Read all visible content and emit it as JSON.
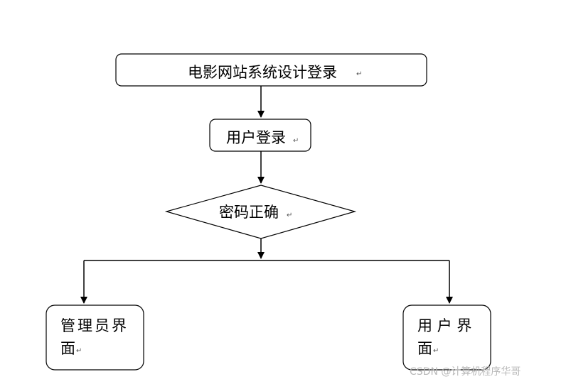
{
  "diagram": {
    "title_box": "电影网站系统设计登录",
    "login_box": "用户登录",
    "decision": "密码正确",
    "admin_box_line1": "管理员界",
    "admin_box_line2": "面",
    "user_box_line1": "用 户 界",
    "user_box_line2": "面",
    "para_mark": "↵"
  },
  "watermark": "CSDN @计算机程序华哥",
  "colors": {
    "stroke": "#000000",
    "background": "#ffffff",
    "watermark": "#b8b8b8"
  }
}
